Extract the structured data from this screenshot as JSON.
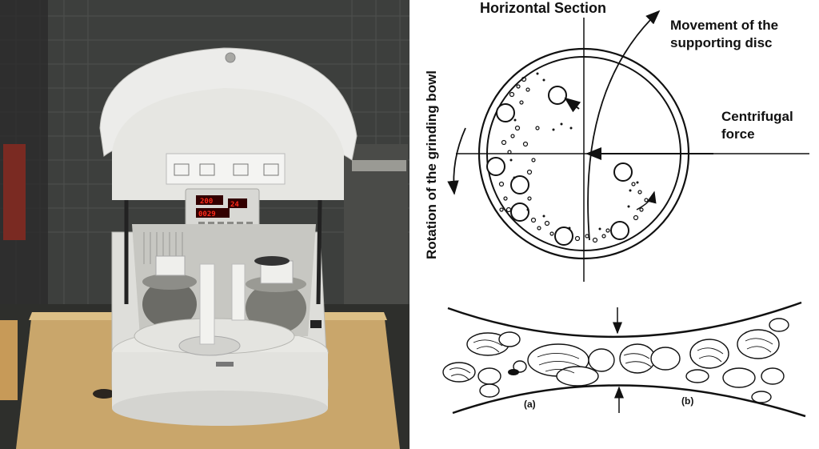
{
  "diagram": {
    "title": "Horizontal Section",
    "movement_line1": "Movement of the",
    "movement_line2": "supporting disc",
    "centrifugal_line1": "Centrifugal",
    "centrifugal_line2": "force",
    "rotation_label": "Rotation of the grinding bowl",
    "label_a": "(a)",
    "label_b": "(b)"
  },
  "device_display": {
    "readout_top": "200",
    "readout_bottom": "0029",
    "readout_side": "24"
  },
  "colors": {
    "display_red": "#ff2a1a",
    "device_body": "#e4e4e0",
    "wooden_table": "#c9a66b"
  }
}
